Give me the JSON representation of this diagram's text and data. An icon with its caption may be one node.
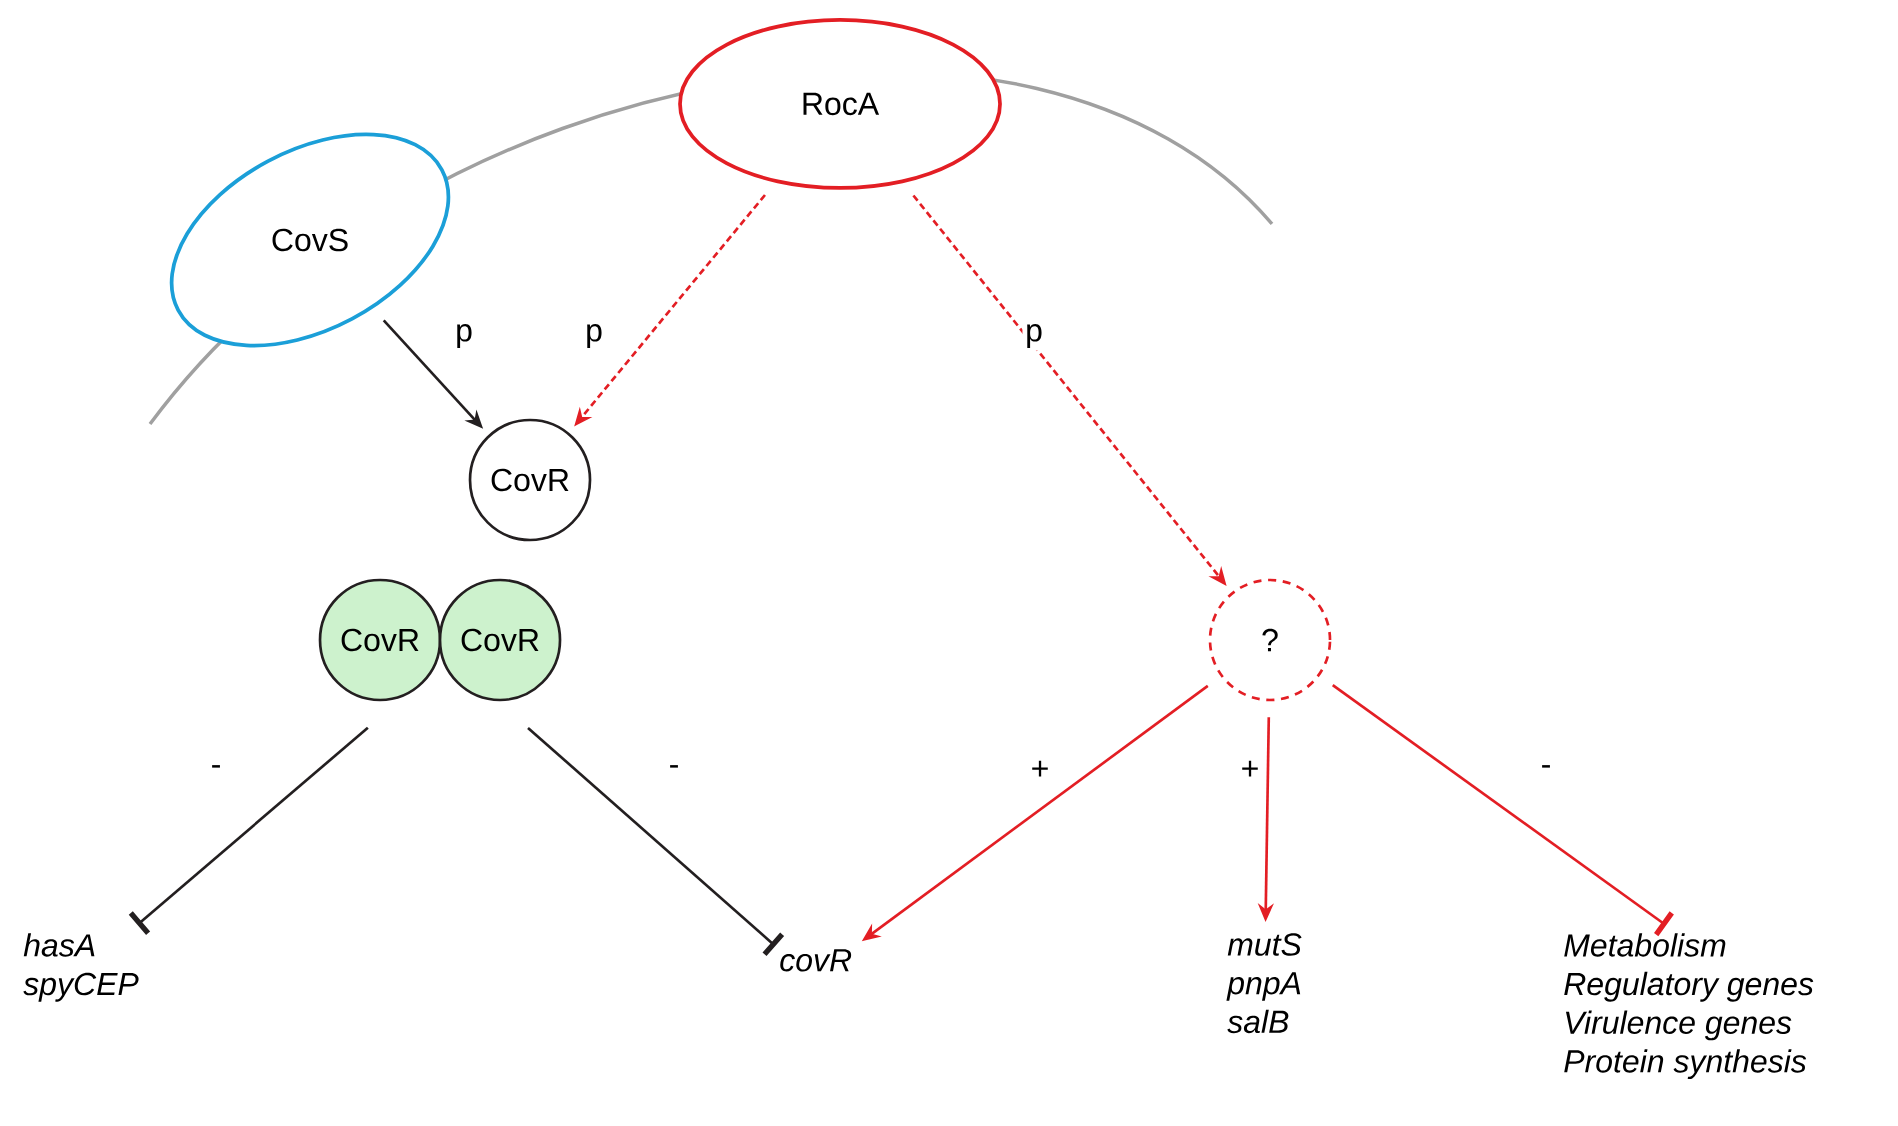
{
  "diagram": {
    "nodes": [
      {
        "text": [
          "RocA"
        ]
      },
      {
        "text": [
          "CovS"
        ]
      },
      {
        "text": [
          "CovR"
        ]
      },
      {
        "text": [
          "CovR"
        ]
      },
      {
        "text": [
          "CovR"
        ]
      },
      {
        "text": [
          "?"
        ]
      },
      {
        "text": [
          "hasA",
          "spyCEP"
        ]
      },
      {
        "text": [
          "covR"
        ]
      },
      {
        "text": [
          "mutS",
          "pnpA",
          "salB"
        ]
      },
      {
        "text": [
          "Metabolism",
          "Regulatory genes",
          "Virulence genes",
          "Protein synthesis"
        ]
      }
    ],
    "edges": [
      {
        "from": 1,
        "to": 2,
        "arrow": "to",
        "label": "p",
        "color": "#231f20"
      },
      {
        "from": 0,
        "to": 2,
        "arrow": "to",
        "label": "p",
        "style": "dashed"
      },
      {
        "from": 0,
        "to": 5,
        "arrow": "to",
        "label": "p",
        "style": "dashed"
      },
      {
        "from": 3,
        "to": 6,
        "arrow": "other",
        "label": "-",
        "color": "#231f20"
      },
      {
        "from": 4,
        "to": 7,
        "arrow": "other",
        "label": "-",
        "color": "#231f20"
      },
      {
        "from": 5,
        "to": 7,
        "arrow": "to",
        "label": "+"
      },
      {
        "from": 5,
        "to": 8,
        "arrow": "to",
        "label": "+"
      },
      {
        "from": 5,
        "to": 9,
        "arrow": "other",
        "label": "-"
      }
    ]
  }
}
